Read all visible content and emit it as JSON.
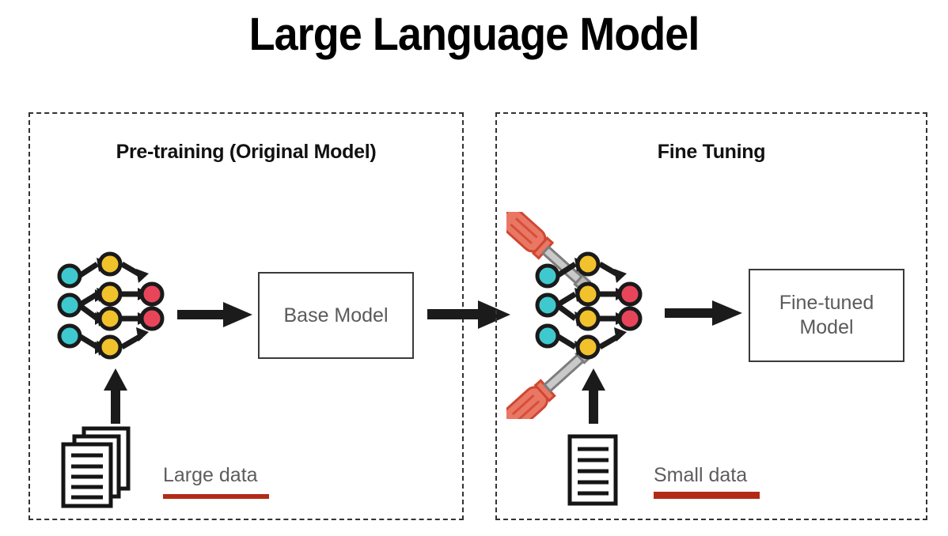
{
  "page": {
    "title": "Large Language Model",
    "background": "#ffffff"
  },
  "colors": {
    "node_input": "#3fc9ce",
    "node_hidden": "#f2c22c",
    "node_output": "#e8455b",
    "node_stroke": "#1a1a1a",
    "arrow": "#1b1b1b",
    "panel_border": "#333333",
    "box_border": "#3a3a3a",
    "box_text": "#5a5a5a",
    "underline_red": "#b32b17",
    "screwdriver_handle": "#ea7764",
    "screwdriver_handle_dark": "#d4503b",
    "screwdriver_shaft": "#9a9a9a"
  },
  "panels": [
    {
      "id": "pretraining",
      "title": "Pre-training (Original Model)",
      "model_box": {
        "label": "Base Model"
      },
      "data": {
        "label": "Large data",
        "icon": "document-stack-icon",
        "doc_count": 3,
        "doc_lines": 5
      },
      "network": {
        "input_nodes": 3,
        "hidden_nodes": 4,
        "output_nodes": 2
      },
      "tools": []
    },
    {
      "id": "finetuning",
      "title": "Fine Tuning",
      "model_box": {
        "label": "Fine-tuned\nModel",
        "line1": "Fine-tuned",
        "line2": "Model"
      },
      "data": {
        "label": "Small data",
        "icon": "document-icon",
        "doc_count": 1,
        "doc_lines": 5
      },
      "network": {
        "input_nodes": 3,
        "hidden_nodes": 4,
        "output_nodes": 2
      },
      "tools": [
        "screwdriver-icon",
        "screwdriver-icon"
      ]
    }
  ],
  "arrows": [
    {
      "name": "arrow-network-to-base-model",
      "direction": "right"
    },
    {
      "name": "arrow-base-model-to-finetuning",
      "direction": "right"
    },
    {
      "name": "arrow-network-to-finetuned-model",
      "direction": "right"
    },
    {
      "name": "arrow-large-data-to-network",
      "direction": "up"
    },
    {
      "name": "arrow-small-data-to-network",
      "direction": "up"
    }
  ]
}
